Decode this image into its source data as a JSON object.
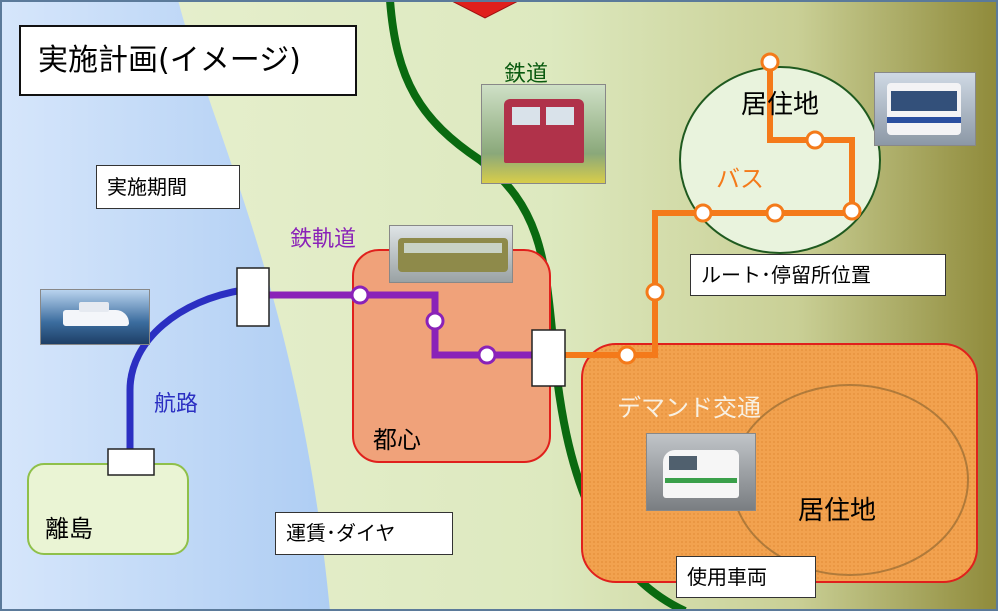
{
  "title": "実施計画(イメージ)",
  "labels": {
    "railway": "鉄道",
    "tramway": "鉄軌道",
    "bus": "バス",
    "sea_route": "航路",
    "island": "離島",
    "downtown": "都心",
    "residential_top": "居住地",
    "residential_bottom": "居住地",
    "demand_transit": "デマンド交通"
  },
  "notes": {
    "period": "実施期間",
    "route_stops": "ルート･停留所位置",
    "fare": "運賃･ダイヤ",
    "vehicle": "使用車両"
  },
  "colors": {
    "sea": "#c5dcf7",
    "land": "#e3eec7",
    "railway": "#0a6a10",
    "tramway": "#8a22b8",
    "bus": "#f47a1a",
    "sea_route": "#2b2fc2",
    "downtown_fill": "#f0a27a",
    "demand_fill": "#f2a760",
    "accent_red": "#e0201c"
  },
  "icons": {
    "ferry": "ferry-photo",
    "train": "train-photo",
    "tram": "tram-photo",
    "bus": "bus-photo",
    "van": "van-photo"
  }
}
